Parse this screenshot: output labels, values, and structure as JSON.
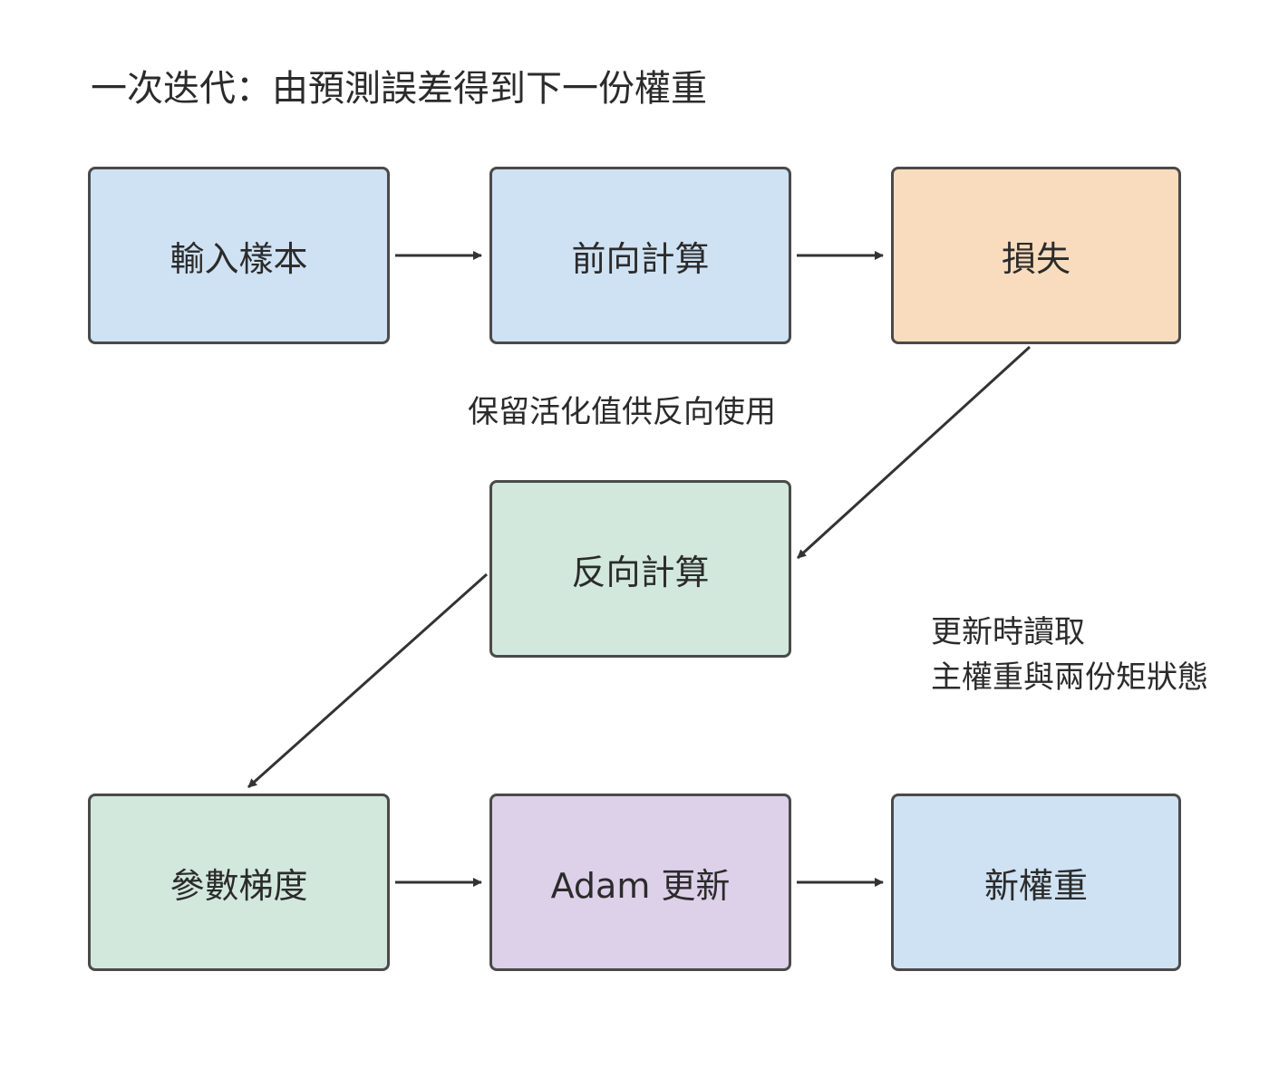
{
  "title": "一次迭代：由預測誤差得到下一份權重",
  "nodes": {
    "input": "輸入樣本",
    "forward": "前向計算",
    "loss": "損失",
    "backward": "反向計算",
    "gradients": "參數梯度",
    "adam": "Adam 更新",
    "new_weights": "新權重"
  },
  "annotations": {
    "keep_activations": "保留活化值供反向使用",
    "update_reads_line1": "更新時讀取",
    "update_reads_line2": "主權重與兩份矩狀態"
  },
  "colors": {
    "blue": "#cfe2f3",
    "orange": "#f9dcbd",
    "green": "#d2e8dc",
    "purple": "#ddd0e9",
    "stroke": "#4a4a4a",
    "arrow": "#333333"
  }
}
